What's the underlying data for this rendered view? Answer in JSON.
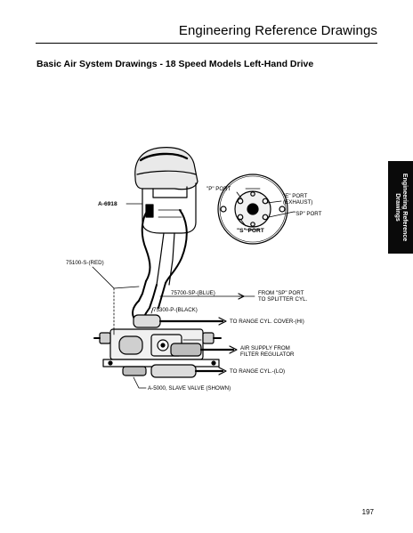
{
  "header": {
    "title": "Engineering Reference Drawings"
  },
  "section": {
    "title": "Basic Air System Drawings - 18 Speed Models Left-Hand Drive"
  },
  "side_tab": {
    "line1": "Engineering Reference",
    "line2": "Drawings"
  },
  "drawing": {
    "labels": {
      "part_a6918": "A-6918",
      "p_port": "\"P\" PORT",
      "e_port_1": "\"E\" PORT",
      "e_port_2": "(EXHAUST)",
      "sp_port": "\"SP\" PORT",
      "s_port": "\"S\" PORT",
      "red_hose": "75100-S-(RED)",
      "blue_hose_1": "75700-SP-(BLUE)",
      "blue_hose_2": "FROM \"SP\" PORT",
      "blue_hose_3": "TO SPLITTER CYL.",
      "black_hose": "75300-P-(BLACK)",
      "range_hi": "TO RANGE CYL. COVER-(HI)",
      "air_supply_1": "AIR SUPPLY FROM",
      "air_supply_2": "FILTER REGULATOR",
      "range_lo": "TO RANGE CYL.-(LO)",
      "slave_valve": "A-5000, SLAVE VALVE (SHOWN)"
    }
  },
  "footer": {
    "page_number": "197"
  }
}
